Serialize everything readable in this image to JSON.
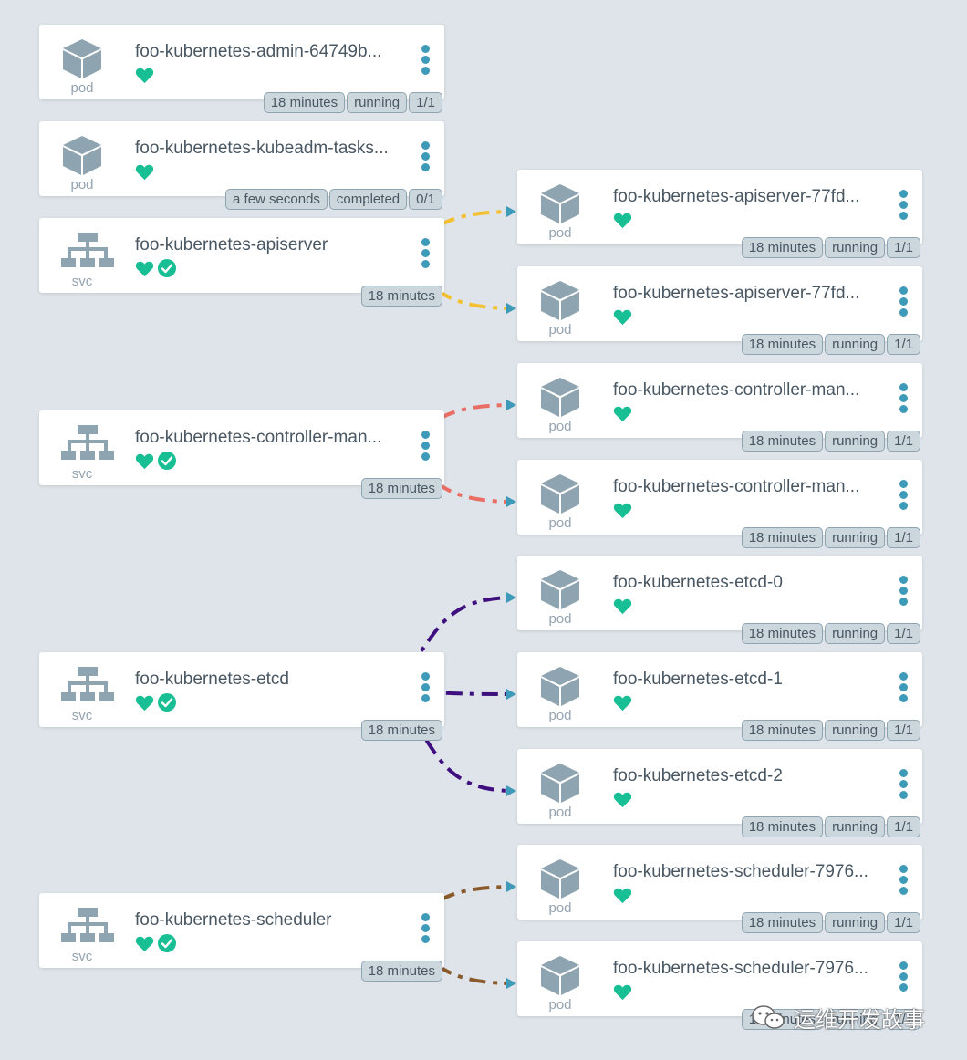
{
  "colors": {
    "background": "#dee4e9",
    "heart": "#18be94",
    "menu_dots": "#3d9ab8",
    "icon_gray": "#8fa4b1",
    "edge_apiserver": "#f4c030",
    "edge_controller": "#e96d63",
    "edge_etcd": "#3f0f7f",
    "edge_scheduler": "#8b5a2b"
  },
  "left_nodes": [
    {
      "kind": "pod",
      "icon": "pod-cube-icon",
      "name": "foo-kubernetes-admin-64749b...",
      "health": [
        "healthy-heart-icon"
      ],
      "tags": [
        "18 minutes",
        "running",
        "1/1"
      ]
    },
    {
      "kind": "pod",
      "icon": "pod-cube-icon",
      "name": "foo-kubernetes-kubeadm-tasks...",
      "health": [
        "healthy-heart-icon"
      ],
      "tags": [
        "a few seconds",
        "completed",
        "0/1"
      ]
    },
    {
      "kind": "svc",
      "icon": "service-network-icon",
      "name": "foo-kubernetes-apiserver",
      "health": [
        "healthy-heart-icon",
        "synced-check-icon"
      ],
      "tags": [
        "18 minutes"
      ]
    },
    {
      "kind": "svc",
      "icon": "service-network-icon",
      "name": "foo-kubernetes-controller-man...",
      "health": [
        "healthy-heart-icon",
        "synced-check-icon"
      ],
      "tags": [
        "18 minutes"
      ]
    },
    {
      "kind": "svc",
      "icon": "service-network-icon",
      "name": "foo-kubernetes-etcd",
      "health": [
        "healthy-heart-icon",
        "synced-check-icon"
      ],
      "tags": [
        "18 minutes"
      ]
    },
    {
      "kind": "svc",
      "icon": "service-network-icon",
      "name": "foo-kubernetes-scheduler",
      "health": [
        "healthy-heart-icon",
        "synced-check-icon"
      ],
      "tags": [
        "18 minutes"
      ]
    }
  ],
  "right_nodes": [
    {
      "kind": "pod",
      "icon": "pod-cube-icon",
      "name": "foo-kubernetes-apiserver-77fd...",
      "health": [
        "healthy-heart-icon"
      ],
      "tags": [
        "18 minutes",
        "running",
        "1/1"
      ]
    },
    {
      "kind": "pod",
      "icon": "pod-cube-icon",
      "name": "foo-kubernetes-apiserver-77fd...",
      "health": [
        "healthy-heart-icon"
      ],
      "tags": [
        "18 minutes",
        "running",
        "1/1"
      ]
    },
    {
      "kind": "pod",
      "icon": "pod-cube-icon",
      "name": "foo-kubernetes-controller-man...",
      "health": [
        "healthy-heart-icon"
      ],
      "tags": [
        "18 minutes",
        "running",
        "1/1"
      ]
    },
    {
      "kind": "pod",
      "icon": "pod-cube-icon",
      "name": "foo-kubernetes-controller-man...",
      "health": [
        "healthy-heart-icon"
      ],
      "tags": [
        "18 minutes",
        "running",
        "1/1"
      ]
    },
    {
      "kind": "pod",
      "icon": "pod-cube-icon",
      "name": "foo-kubernetes-etcd-0",
      "health": [
        "healthy-heart-icon"
      ],
      "tags": [
        "18 minutes",
        "running",
        "1/1"
      ]
    },
    {
      "kind": "pod",
      "icon": "pod-cube-icon",
      "name": "foo-kubernetes-etcd-1",
      "health": [
        "healthy-heart-icon"
      ],
      "tags": [
        "18 minutes",
        "running",
        "1/1"
      ]
    },
    {
      "kind": "pod",
      "icon": "pod-cube-icon",
      "name": "foo-kubernetes-etcd-2",
      "health": [
        "healthy-heart-icon"
      ],
      "tags": [
        "18 minutes",
        "running",
        "1/1"
      ]
    },
    {
      "kind": "pod",
      "icon": "pod-cube-icon",
      "name": "foo-kubernetes-scheduler-7976...",
      "health": [
        "healthy-heart-icon"
      ],
      "tags": [
        "18 minutes",
        "running",
        "1/1"
      ]
    },
    {
      "kind": "pod",
      "icon": "pod-cube-icon",
      "name": "foo-kubernetes-scheduler-7976...",
      "health": [
        "healthy-heart-icon"
      ],
      "tags": [
        "18 minutes",
        "running",
        "1/1"
      ]
    }
  ],
  "edges": [
    {
      "from": "left_nodes.2",
      "to": "right_nodes.0",
      "color": "edge_apiserver"
    },
    {
      "from": "left_nodes.2",
      "to": "right_nodes.1",
      "color": "edge_apiserver"
    },
    {
      "from": "left_nodes.3",
      "to": "right_nodes.2",
      "color": "edge_controller"
    },
    {
      "from": "left_nodes.3",
      "to": "right_nodes.3",
      "color": "edge_controller"
    },
    {
      "from": "left_nodes.4",
      "to": "right_nodes.4",
      "color": "edge_etcd"
    },
    {
      "from": "left_nodes.4",
      "to": "right_nodes.5",
      "color": "edge_etcd"
    },
    {
      "from": "left_nodes.4",
      "to": "right_nodes.6",
      "color": "edge_etcd"
    },
    {
      "from": "left_nodes.5",
      "to": "right_nodes.7",
      "color": "edge_scheduler"
    },
    {
      "from": "left_nodes.5",
      "to": "right_nodes.8",
      "color": "edge_scheduler"
    }
  ],
  "watermark": {
    "text": "运维开发故事",
    "icon": "wechat-logo-icon"
  }
}
